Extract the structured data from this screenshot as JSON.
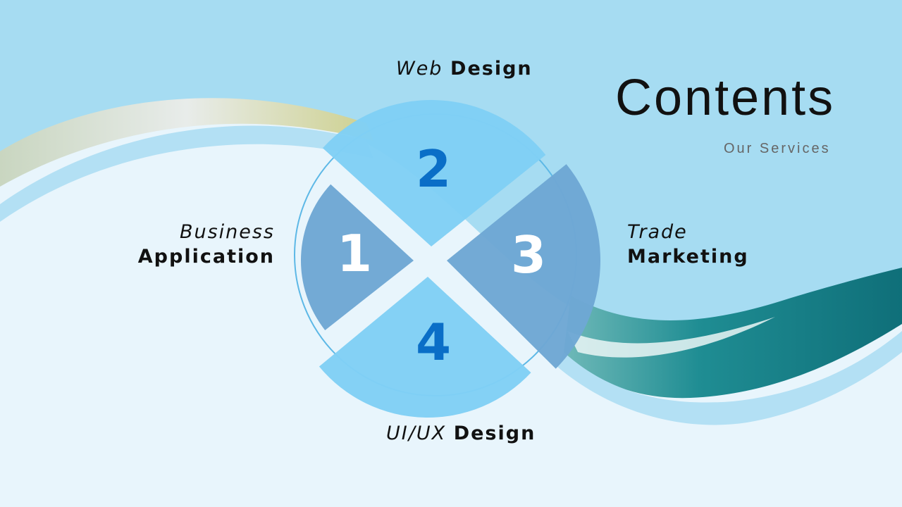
{
  "title": "Contents",
  "subtitle": "Our Services",
  "colors": {
    "top_bg": "#a6dcf2",
    "pale_bg": "#e8f5fc",
    "sector_light": "#80d0f5",
    "sector_dark": "#6ea7d4",
    "num_dark": "#0a6ec7",
    "num_light": "#ffffff"
  },
  "items": [
    {
      "number": "1",
      "line1": "Business",
      "line2": "Application"
    },
    {
      "number": "2",
      "line1": "Web",
      "line2": "Design"
    },
    {
      "number": "3",
      "line1": "Trade",
      "line2": "Marketing"
    },
    {
      "number": "4",
      "line1": "UI/UX",
      "line2": "Design"
    }
  ]
}
